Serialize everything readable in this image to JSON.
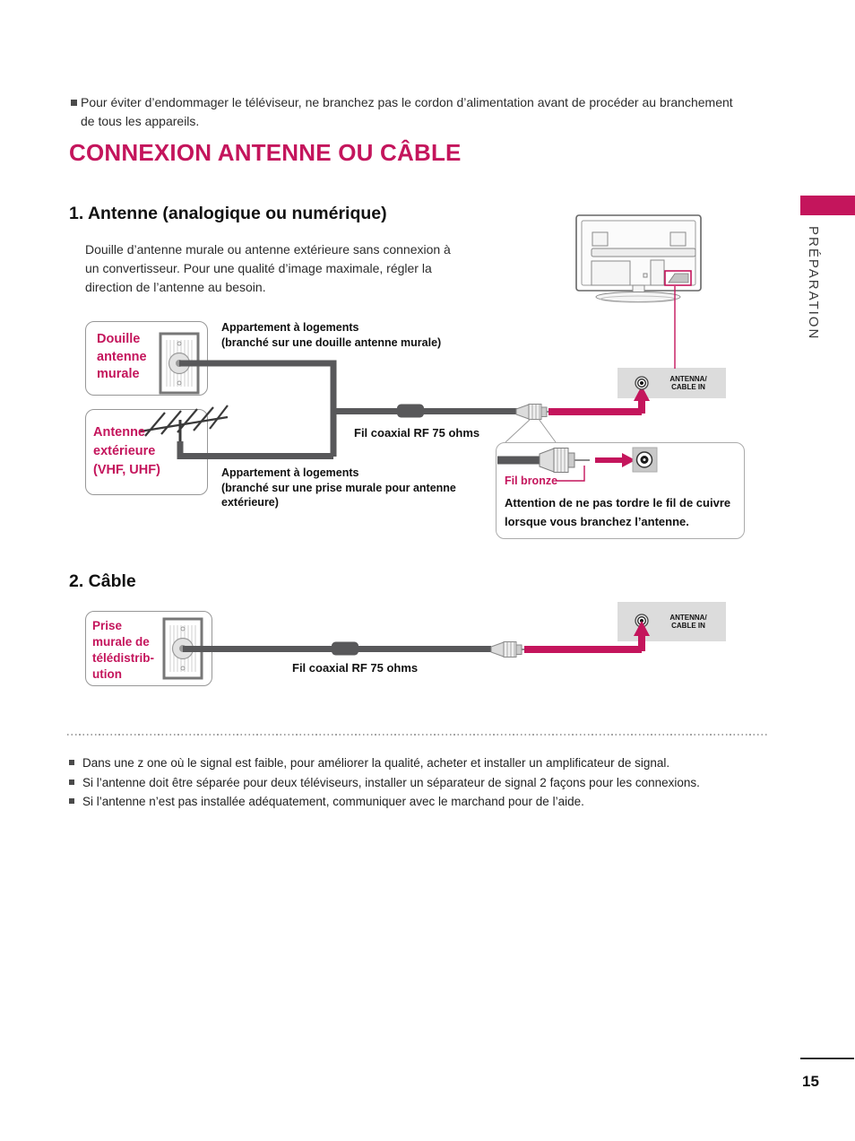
{
  "colors": {
    "accent": "#C4155C",
    "cable": "#58585A",
    "panel": "#DCDCDC"
  },
  "top_note": "Pour éviter d’endommager le téléviseur, ne branchez pas le cordon d’alimentation avant de procéder au branchement\nde tous les appareils.",
  "title": "CONNEXION ANTENNE OU CÂBLE",
  "sidebar": {
    "label": "PRÉPARATION"
  },
  "section1": {
    "heading": "1. Antenne (analogique ou numérique)",
    "body": "Douille d’antenne murale ou antenne extérieure sans connexion à\nun convertisseur. Pour une qualité d’image maximale, régler la\ndirection de l’antenne au besoin.",
    "wall_socket_label": "Douille\nantenne\nmurale",
    "apartment_note1": "Appartement à logements\n(branché sur une douille antenne murale)",
    "outdoor_antenna_label": "Antenne\nextérieure\n(VHF, UHF)",
    "apartment_note2": "Appartement à logements\n(branché sur une prise murale pour antenne\n extérieure)",
    "coax_label": "Fil coaxial RF 75 ohms",
    "port_label": "ANTENNA/\nCABLE IN",
    "fil_bronze_label": "Fil bronze",
    "warning": "Attention de ne pas tordre le fil de cuivre\nlorsque vous branchez l’antenne."
  },
  "section2": {
    "heading": "2. Câble",
    "wall_outlet_label": "Prise\nmurale de\ntélédistrib-\nution",
    "coax_label": "Fil coaxial RF 75 ohms",
    "port_label": "ANTENNA/\nCABLE IN"
  },
  "bottom_notes": {
    "items": [
      "Dans une z one où le signal est faible, pour améliorer la qualité, acheter et installer un amplificateur de signal.",
      "Si l’antenne doit être séparée pour deux téléviseurs, installer un séparateur de signal 2 façons pour les connexions.",
      "Si l’antenne n’est pas installée adéquatement, communiquer avec le marchand pour de l’aide."
    ]
  },
  "page_number": "15"
}
